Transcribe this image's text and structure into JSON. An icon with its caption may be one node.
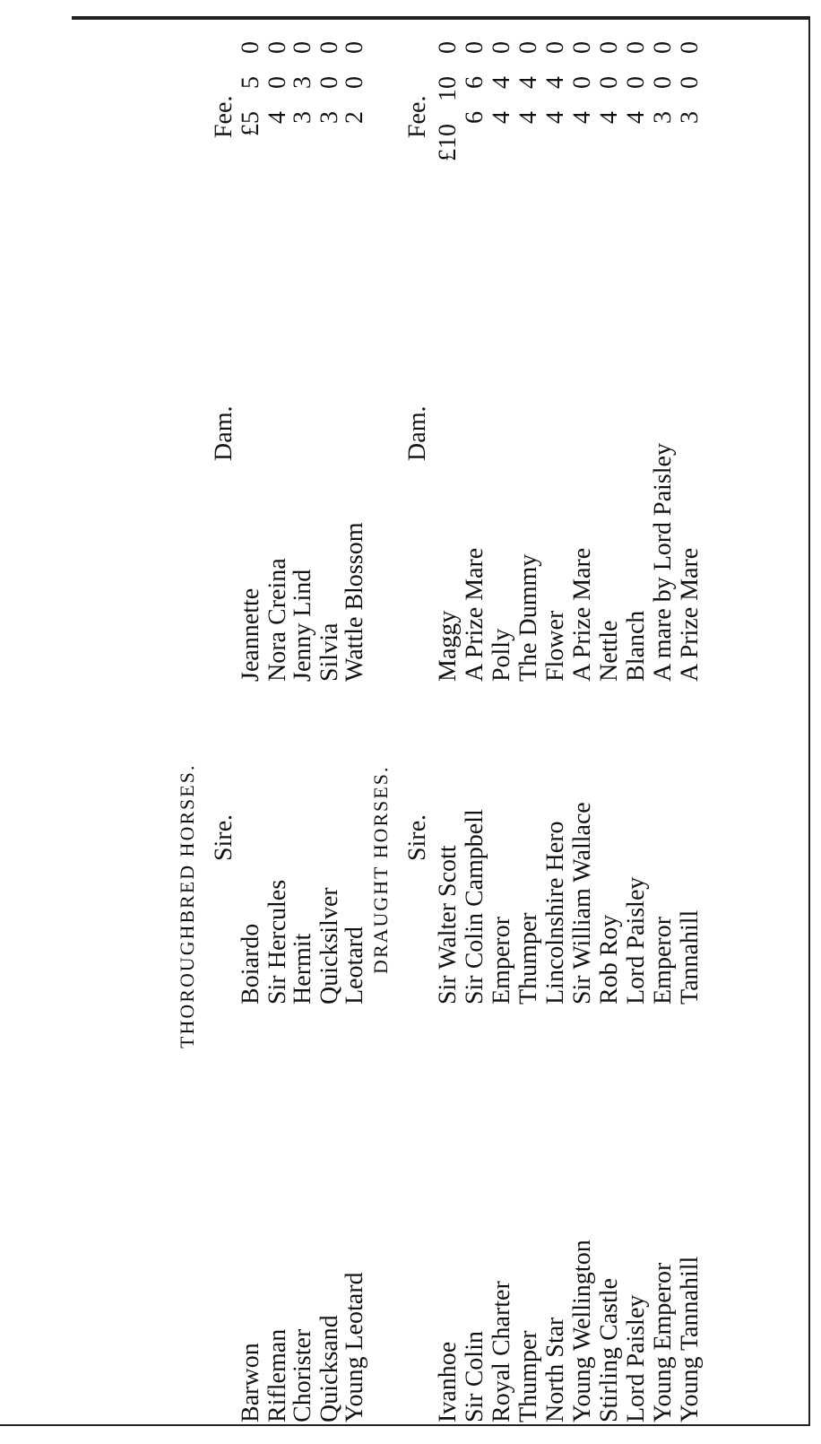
{
  "diagram": {
    "labels": [
      "THOROUGHBRED HORSES.",
      "Sire.",
      "Dam.",
      "Fee.",
      "Barwon",
      "Boiardo",
      "Jeannette",
      "£5 5 0",
      "Rifleman",
      "Sir Hercules",
      "Nora Creina",
      "4 0 0",
      "Chorister",
      "Hermit",
      "Jenny Lind",
      "3 3 0",
      "Quicksand",
      "Quicksilver",
      "Silvia",
      "3 0 0",
      "Young Leotard",
      "Leotard",
      "Wattle Blossom",
      "2 0 0",
      "DRAUGHT HORSES.",
      "Sire.",
      "Dam.",
      "Fee.",
      "Ivanhoe",
      "Sir Walter Scott",
      "Maggy",
      "£10 10 0",
      "Sir Colin",
      "Sir Colin Campbell",
      "A Prize Mare",
      "6 6 0",
      "Royal Charter",
      "Emperor",
      "Polly",
      "4 4 0",
      "Thumper",
      "Thumper",
      "The Dummy",
      "4 4 0",
      "North Star",
      "Lincolnshire Hero",
      "Flower",
      "4 4 0",
      "Young Wellington",
      "Sir William Wallace",
      "A Prize Mare",
      "4 0 0",
      "Stirling Castle",
      "Rob Roy",
      "Nettle",
      "4 0 0",
      "Lord Paisley",
      "Lord Paisley",
      "Blanch",
      "4 0 0",
      "Young Emperor",
      "Emperor",
      "A mare by Lord Paisley",
      "3 0 0",
      "Young Tannahill",
      "Tannahill",
      "A Prize Mare",
      "3 0 0"
    ]
  }
}
